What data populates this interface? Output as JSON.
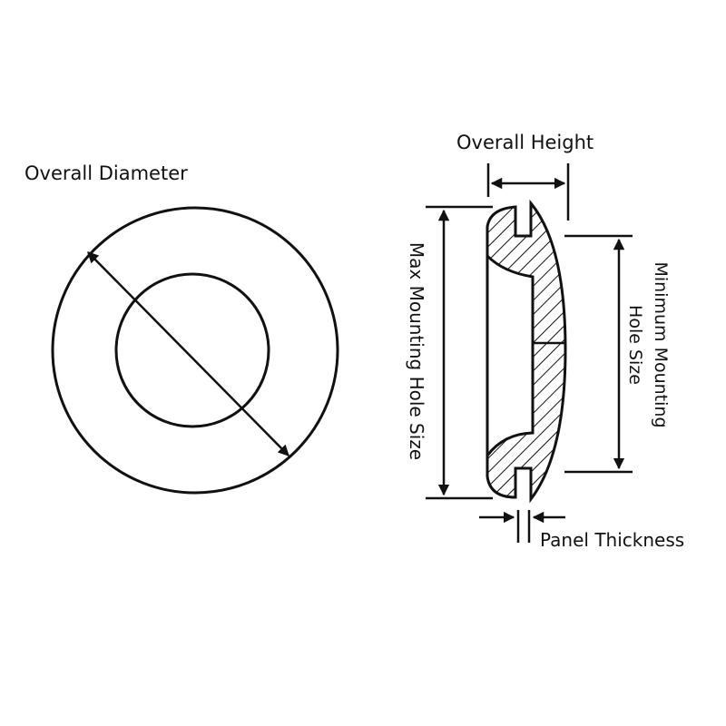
{
  "labels": {
    "overall_diameter": "Overall Diameter",
    "overall_height": "Overall Height",
    "max_mounting_hole_size": "Max Mounting Hole Size",
    "minimum_mounting_line1": "Minimum Mounting",
    "minimum_mounting_line2": "Hole Size",
    "panel_thickness": "Panel Thickness"
  },
  "colors": {
    "line": "#111111",
    "background": "#ffffff"
  }
}
